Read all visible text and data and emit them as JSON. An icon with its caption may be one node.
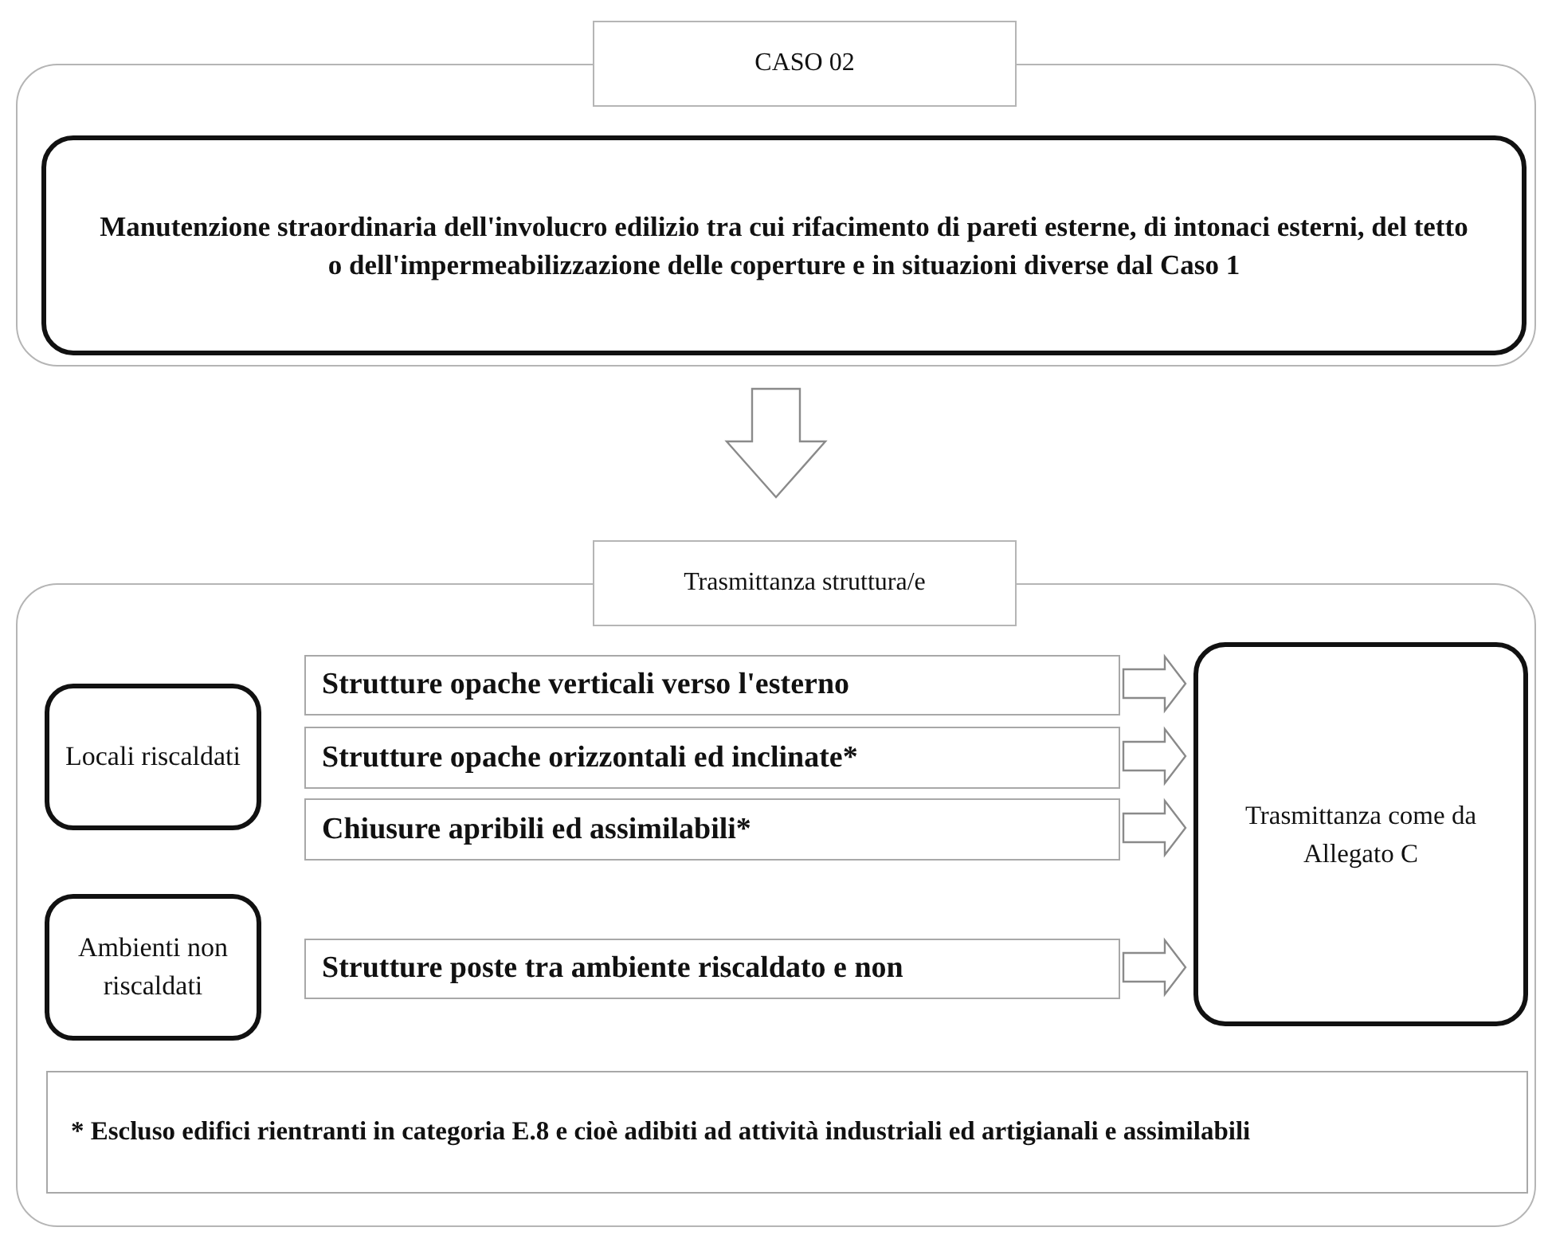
{
  "diagram": {
    "nodes": [
      {
        "text": [
          "CASO 02"
        ]
      },
      {
        "text": [
          "Manutenzione straordinaria dell'involucro edilizio tra cui rifacimento di pareti esterne, di intonaci esterni, del tetto o dell'impermeabilizzazione delle coperture e in situazioni diverse dal Caso 1"
        ],
        "in": 0
      },
      {
        "text": [
          "Trasmittanza struttura/e"
        ]
      },
      {
        "text": [
          "Locali riscaldati"
        ],
        "in": 2
      },
      {
        "text": [
          "Strutture opache verticali verso l'esterno"
        ],
        "in": 2
      },
      {
        "text": [
          "Strutture opache orizzontali ed inclinate*"
        ],
        "in": 2
      },
      {
        "text": [
          "Chiusure apribili ed assimilabili*"
        ],
        "in": 2
      },
      {
        "text": [
          "Ambienti non riscaldati"
        ],
        "in": 2
      },
      {
        "text": [
          "Strutture poste tra ambiente riscaldato e non"
        ],
        "in": 2
      },
      {
        "text": [
          "Trasmittanza come da Allegato C"
        ],
        "in": 2
      },
      {
        "text": [
          "* Escluso edifici rientranti in categoria E.8 e cioè adibiti ad attività industriali ed artigianali e assimilabili"
        ],
        "in": 2
      }
    ],
    "edges": [
      {
        "from": 0,
        "to": 2,
        "arrow": "to"
      },
      {
        "from": 4,
        "to": 9,
        "arrow": "to"
      },
      {
        "from": 5,
        "to": 9,
        "arrow": "to"
      },
      {
        "from": 6,
        "to": 9,
        "arrow": "to"
      },
      {
        "from": 8,
        "to": 9,
        "arrow": "to"
      }
    ]
  }
}
